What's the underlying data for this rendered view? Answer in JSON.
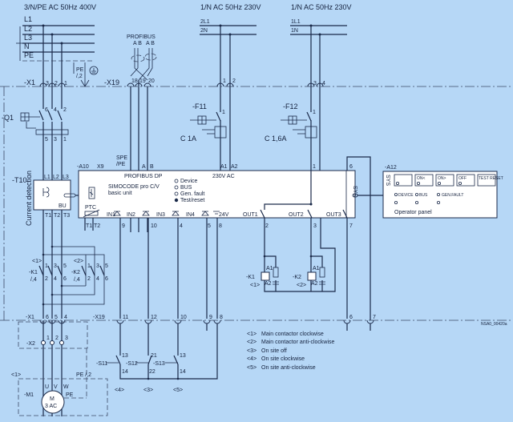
{
  "supply": {
    "main": "3/N/PE  AC 50Hz  400V",
    "l1": "L1",
    "l2": "L2",
    "l3": "L3",
    "n": "N",
    "pe": "PE",
    "aux1": "1/N  AC 50Hz  230V",
    "aux1_l": "2L1",
    "aux1_n": "2N",
    "aux2": "1/N  AC 50Hz  230V",
    "aux2_l": "1L1",
    "aux2_n": "1N",
    "pe_ref": "PE",
    "pe_ref2": "/,2"
  },
  "profibus": {
    "title": "PROFIBUS",
    "ab1": "A B",
    "ab2": "A B"
  },
  "x1_top": {
    "label": "-X1",
    "t": [
      "3",
      "2",
      "1"
    ]
  },
  "x19_top": {
    "label": "-X19",
    "t": [
      "18",
      "19",
      "20"
    ]
  },
  "aux_terms": [
    "1",
    "2",
    "3",
    "4"
  ],
  "q1": {
    "label": "-Q1",
    "top": [
      "6",
      "4",
      "2"
    ],
    "bottom": [
      "5",
      "3",
      "1"
    ]
  },
  "f11": {
    "label": "-F11",
    "pin": "1",
    "rating": "C 1A"
  },
  "f12": {
    "label": "-F12",
    "pin": "1",
    "rating": "C 1,6A"
  },
  "t10": {
    "label": "-T10",
    "caption": "Current detection",
    "inputs": [
      "L1",
      "L2",
      "L3"
    ],
    "outputs": [
      "T1",
      "T2",
      "T3"
    ],
    "bu": "BU"
  },
  "a10": {
    "label": "-A10",
    "x9": "X9",
    "spe": "SPE",
    "spe2": "/PE",
    "a": "A",
    "b": "B",
    "a1": "A1",
    "a2": "A2",
    "p1": "1",
    "p6": "6",
    "bus": "PROFIBUS DP",
    "voltage": "230V AC",
    "name": "SIMOCODE pro C/V",
    "sub": "basic unit",
    "leds": [
      "Device",
      "BUS",
      "Gen. fault",
      "Test/reset"
    ],
    "ptc": "PTC",
    "sys": "SYS",
    "inputs": [
      "IN1",
      "IN2",
      "IN3",
      "IN4"
    ],
    "v24": "24V",
    "outputs": [
      "OUT1",
      "OUT2",
      "OUT3"
    ],
    "bottom_terms": [
      "T1",
      "T2",
      "9",
      "10",
      "4",
      "5",
      "8",
      "2",
      "3",
      "7"
    ]
  },
  "a12": {
    "label": "-A12",
    "sys": "SYS",
    "buttons": [
      "",
      "ON<",
      "ON>",
      "OFF",
      "TEST RESET"
    ],
    "leds": [
      "DEVICE",
      "BUS",
      "GEN.FAULT"
    ],
    "caption": "Operator panel"
  },
  "k1": {
    "label": "-K1",
    "ref": "/,4",
    "tag": "<1>",
    "pins_top": [
      "1",
      "3",
      "5"
    ],
    "pins_bot": [
      "2",
      "4",
      "6"
    ],
    "a1": "A1",
    "a2": "A2"
  },
  "k2": {
    "label": "-K2",
    "ref": "/,4",
    "tag": "<2>",
    "pins_top": [
      "1",
      "3",
      "5"
    ],
    "pins_bot": [
      "2",
      "4",
      "6"
    ],
    "a1": "A1",
    "a2": "A2"
  },
  "x1_bot": {
    "label": "-X1",
    "t": [
      "6",
      "5",
      "4"
    ]
  },
  "x19_bot": {
    "label": "-X19",
    "t": [
      "11",
      "12",
      "10",
      "9",
      "8",
      "6",
      "7"
    ]
  },
  "x2": {
    "label": "-X2",
    "t": [
      "1",
      "2",
      "3"
    ]
  },
  "motor": {
    "label": "-M1",
    "tag": "<1>",
    "m": "M",
    "ac": "3 AC",
    "u": "U",
    "v": "V",
    "w": "W",
    "pe": "PE",
    "pe_ref": "PE  /,2"
  },
  "switches": [
    {
      "label": "-S11",
      "top": "13",
      "bot": "14",
      "tag": "<4>"
    },
    {
      "label": "-S12",
      "top": "21",
      "bot": "22",
      "tag": "<3>"
    },
    {
      "label": "-S13",
      "top": "13",
      "bot": "14",
      "tag": "<5>"
    }
  ],
  "legend": [
    {
      "tag": "<1>",
      "text": "Main contactor clockwise"
    },
    {
      "tag": "<2>",
      "text": "Main contactor anti-clockwise"
    },
    {
      "tag": "<3>",
      "text": "On site off"
    },
    {
      "tag": "<4>",
      "text": "On site clockwise"
    },
    {
      "tag": "<5>",
      "text": "On site anti-clockwise"
    }
  ],
  "drawing_id": "NSA0_00420a"
}
